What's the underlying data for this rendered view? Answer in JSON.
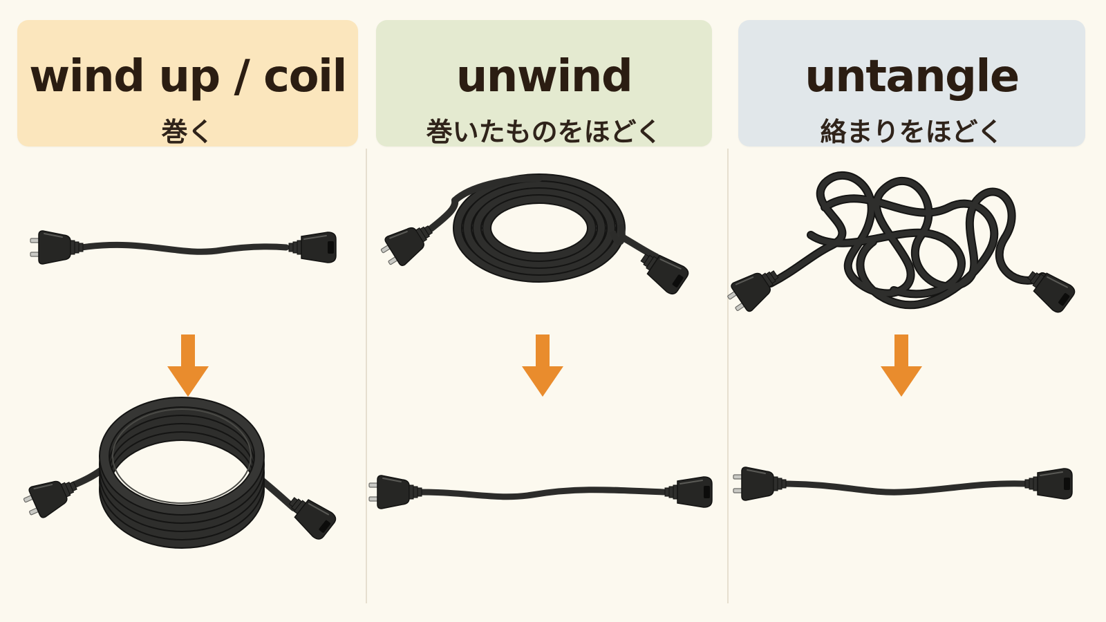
{
  "panels": [
    {
      "title": "wind up / coil",
      "subtitle": "巻く",
      "header_color": "#fbe6bd"
    },
    {
      "title": "unwind",
      "subtitle": "巻いたものをほどく",
      "header_color": "#e4ead0"
    },
    {
      "title": "untangle",
      "subtitle": "絡まりをほどく",
      "header_color": "#e1e7ea"
    }
  ],
  "colors": {
    "background": "#fcf9ef",
    "cord": "#2c2c2a",
    "arrow": "#e98c2d",
    "title_text": "#2b1d12"
  },
  "icons": [
    "power-plug-icon",
    "cord-connector-icon",
    "coiled-cord-icon",
    "tangled-cord-icon",
    "down-arrow-icon"
  ]
}
